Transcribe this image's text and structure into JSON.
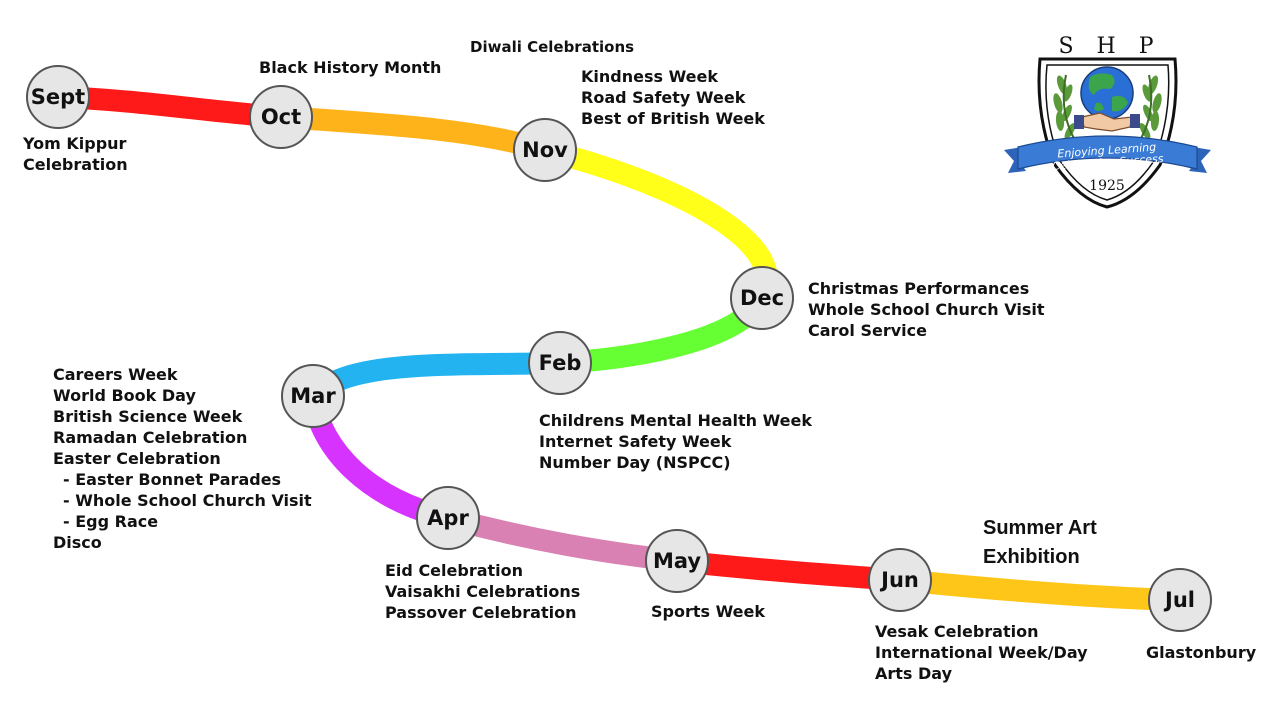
{
  "logo": {
    "title": "S H P S",
    "motto_line1": "Enjoying Learning",
    "motto_line2": "Celebrating Success",
    "year": "1925"
  },
  "months": [
    {
      "label": "Sept",
      "events": [
        "Yom Kippur",
        "Celebration"
      ]
    },
    {
      "label": "Oct",
      "events": [
        "Black History Month"
      ]
    },
    {
      "label": "Nov",
      "events": [
        "Kindness Week",
        "Road Safety Week",
        "Best of British Week"
      ],
      "extra": "Diwali Celebrations"
    },
    {
      "label": "Dec",
      "events": [
        "Christmas Performances",
        "Whole School Church Visit",
        "Carol Service"
      ]
    },
    {
      "label": "Feb",
      "events": [
        "Childrens Mental Health Week",
        "Internet Safety Week",
        "Number Day (NSPCC)"
      ]
    },
    {
      "label": "Mar",
      "events": [
        "Careers Week",
        "World Book Day",
        "British Science Week",
        "Ramadan Celebration",
        "Easter Celebration",
        "- Easter Bonnet Parades",
        "- Whole School Church Visit",
        "- Egg Race",
        "Disco"
      ]
    },
    {
      "label": "Apr",
      "events": [
        "Eid Celebration",
        "Vaisakhi Celebrations",
        "Passover Celebration"
      ]
    },
    {
      "label": "May",
      "events": [
        "Sports Week"
      ]
    },
    {
      "label": "Jun",
      "events": [
        "Vesak Celebration",
        "International Week/Day",
        "Arts Day"
      ],
      "extra": [
        "Summer Art",
        "Exhibition"
      ]
    },
    {
      "label": "Jul",
      "events": [
        "Glastonbury"
      ]
    }
  ],
  "colors": {
    "segments": [
      "#ff1a1a",
      "#ffb31a",
      "#ffff1a",
      "#66ff33",
      "#22b3f0",
      "#d633ff",
      "#d981b3",
      "#ff1a1a",
      "#ffc61a"
    ],
    "shield": "#ffffff",
    "globe_blue": "#2a6fd6",
    "globe_green": "#3aa54a",
    "leaf_green": "#5a9a3a",
    "banner_blue": "#3a7bd5"
  }
}
